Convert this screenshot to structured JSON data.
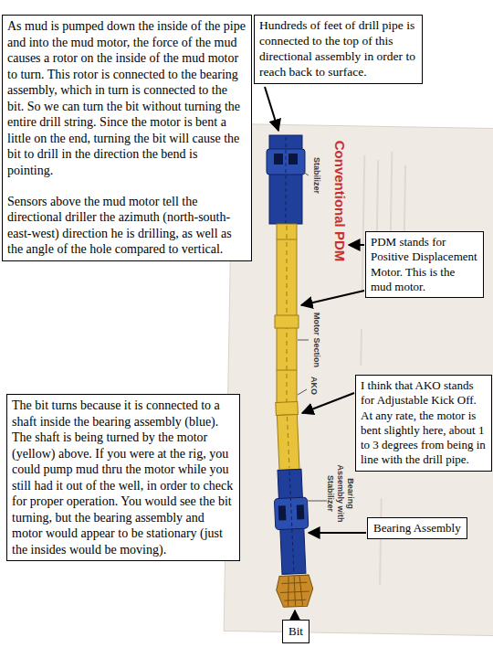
{
  "diagram": {
    "nodes": [
      {
        "text": [
          "As mud is pumped down the inside of the pipe and into the mud motor, the force of the mud causes a rotor on the inside of the mud motor to turn. This rotor is connected to the bearing assembly, which in turn is connected to the bit. So we can turn the bit without turning the entire drill string. Since the motor is bent a little on the end, turning the bit will cause the bit to drill in the direction the bend is pointing.",
          "Sensors above the mud motor tell the directional driller the azimuth (north-south-east-west) direction he is drilling, as well as the angle of the hole compared to vertical."
        ]
      },
      {
        "text": [
          "Hundreds of feet of drill pipe is connected to the top of this directional assembly in order to reach back to surface."
        ]
      },
      {
        "text": [
          "PDM stands for Positive Displacement Motor. This is the mud motor."
        ]
      },
      {
        "text": [
          "I think that AKO stands for Adjustable Kick Off. At any rate, the motor is bent slightly here, about 1 to 3 degrees from being in line with the drill pipe."
        ]
      },
      {
        "text": [
          "The bit turns because it is connected to a shaft inside the bearing assembly (blue). The shaft is being turned by the motor (yellow) above. If you were at the rig, you could pump mud thru the motor while you still had it out of the well, in order to check for proper operation. You would see the bit turning, but the bearing assembly and motor would appear to be stationary (just the insides would be moving)."
        ]
      },
      {
        "text": [
          "Bearing Assembly"
        ]
      },
      {
        "text": [
          "Bit"
        ]
      }
    ],
    "labels": [
      "Conventional PDM",
      "Stabilizer",
      "Motor Section",
      "AKO",
      "Bearing Assembly with Stabilizer"
    ]
  }
}
